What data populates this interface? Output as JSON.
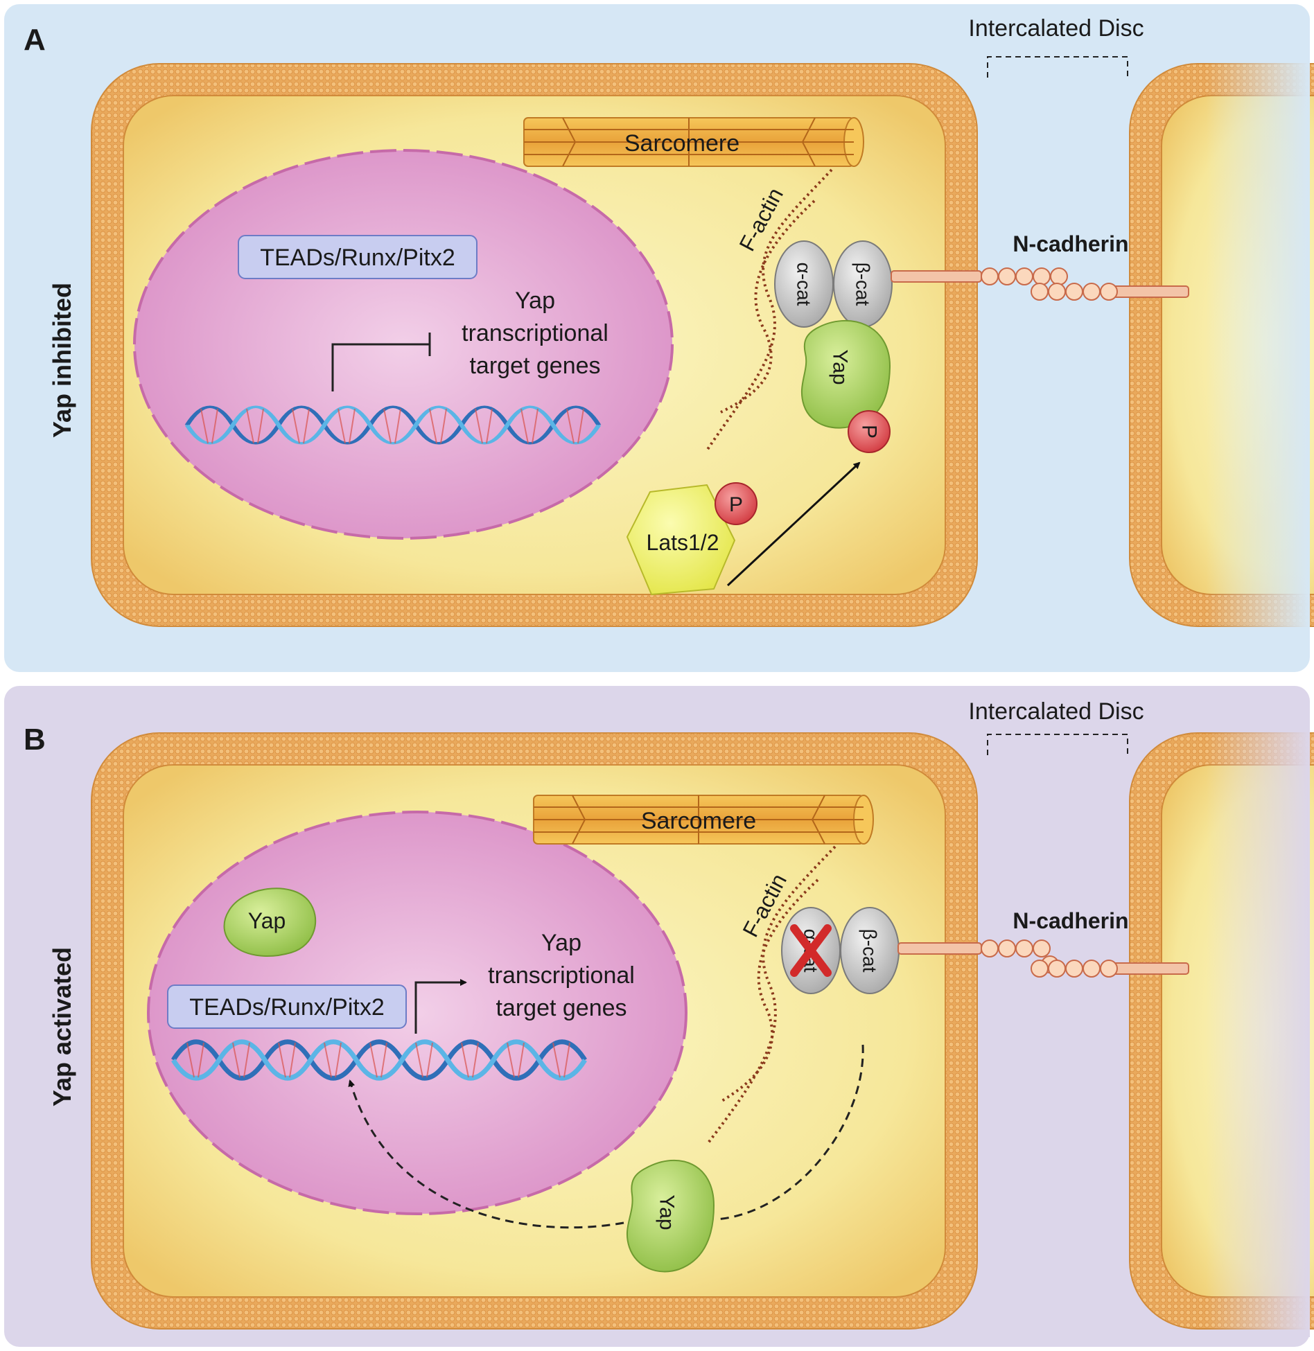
{
  "panels": [
    {
      "letter": "A",
      "side_label": "Yap inhibited",
      "disc_label": "Intercalated Disc",
      "sarcomere": "Sarcomere",
      "factors": "TEADs/Runx/Pitx2",
      "target_l1": "Yap",
      "target_l2": "transcriptional",
      "target_l3": "target genes",
      "factin": "F-actin",
      "acat": "α-cat",
      "bcat": "β-cat",
      "ncad": "N-cadherin",
      "yap": "Yap",
      "p1": "P",
      "p2": "P",
      "lats": "Lats1/2",
      "bg": "#d6e7f5"
    },
    {
      "letter": "B",
      "side_label": "Yap activated",
      "disc_label": "Intercalated Disc",
      "sarcomere": "Sarcomere",
      "factors": "TEADs/Runx/Pitx2",
      "target_l1": "Yap",
      "target_l2": "transcriptional",
      "target_l3": "target genes",
      "factin": "F-actin",
      "acat": "α-cat",
      "bcat": "β-cat",
      "ncad": "N-cadherin",
      "yap_nuc": "Yap",
      "yap_cyto": "Yap",
      "bg": "#dcd6ea"
    }
  ],
  "colors": {
    "membrane": "#e8a85a",
    "cytoplasm": "#f7eda0",
    "nucleus": "#e3a9d2",
    "yap": "#a9d066",
    "phospho": "#e0525a",
    "lats": "#eef06a",
    "cadherin": "#f3c4a8",
    "cross": "#d22a2a"
  }
}
